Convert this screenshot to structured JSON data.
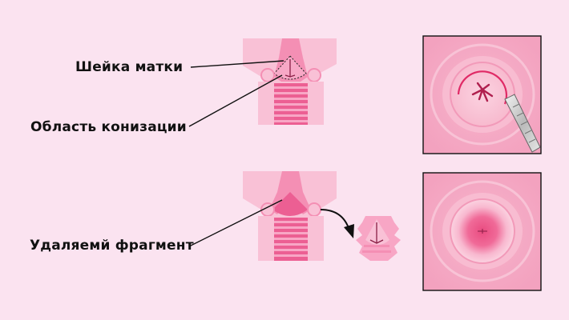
{
  "labels": {
    "cervix": "Шейка матки",
    "conization_area": "Область конизации",
    "removed_fragment": "Удаляемй фрагмент"
  },
  "colors": {
    "background": "#fbe3f0",
    "tissue_light": "#f9c1d6",
    "tissue_mid": "#f48fb4",
    "tissue_dark": "#ec5f93",
    "stripe_light": "#f8a6c5",
    "outline": "#111111",
    "inner_mark": "#b0204f"
  },
  "icons": {
    "arrow": "curved-arrow-icon",
    "instrument": "conization-needle-icon"
  }
}
